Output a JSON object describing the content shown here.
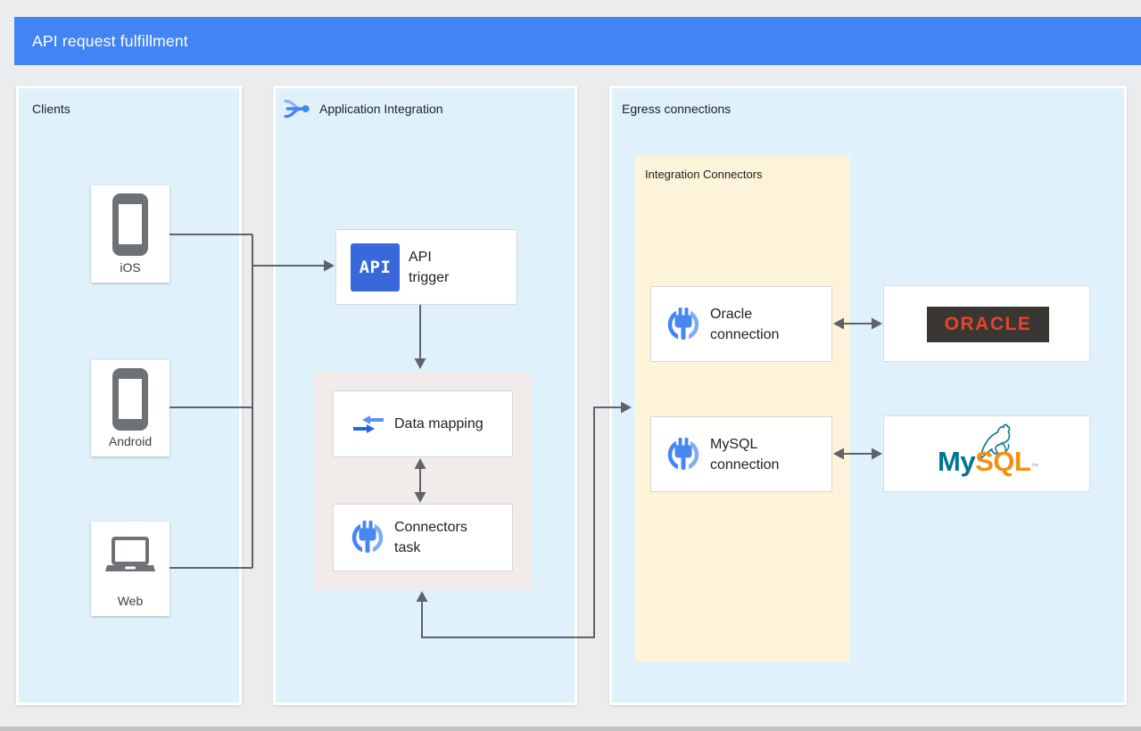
{
  "header": {
    "title": "API request fulfillment"
  },
  "clients_panel": {
    "title": "Clients",
    "items": [
      {
        "label": "iOS",
        "icon": "smartphone-icon"
      },
      {
        "label": "Android",
        "icon": "smartphone-icon"
      },
      {
        "label": "Web",
        "icon": "laptop-icon"
      }
    ]
  },
  "integration_panel": {
    "title": "Application Integration",
    "api_trigger": {
      "icon_label": "API",
      "line1": "API",
      "line2": "trigger"
    },
    "data_mapping": {
      "label": "Data mapping"
    },
    "connectors_task": {
      "line1": "Connectors",
      "line2": "task"
    }
  },
  "egress_panel": {
    "title": "Egress connections",
    "integration_connectors": {
      "title": "Integration Connectors",
      "oracle_connection": {
        "line1": "Oracle",
        "line2": "connection"
      },
      "mysql_connection": {
        "line1": "MySQL",
        "line2": "connection"
      }
    },
    "oracle_logo": {
      "text": "ORACLE"
    },
    "mysql_logo": {
      "part1": "My",
      "part2": "SQL",
      "tm": "™"
    }
  },
  "colors": {
    "header_bg": "#4284F4",
    "panel_bg": "#DFF2FC",
    "connectors_group_bg": "#FCF3D8",
    "task_group_bg": "#F1ECE9",
    "page_bg": "#EBECEE",
    "arrow_gray": "#5F6368",
    "api_icon_bg": "#3968DB",
    "icon_blue": "#4285F4",
    "icon_blue_light": "#7FABF8",
    "oracle_red": "#E5442D",
    "oracle_box_bg": "#3A3631",
    "mysql_teal": "#00758F",
    "mysql_orange": "#F29111"
  }
}
